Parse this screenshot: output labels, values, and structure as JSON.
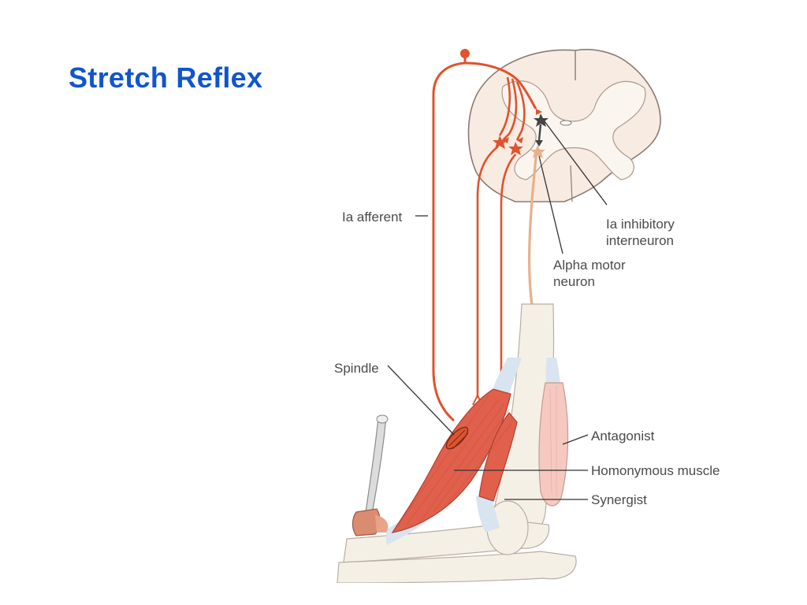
{
  "slide": {
    "title": "Stretch Reflex",
    "title_color": "#1155cc"
  },
  "diagram": {
    "labels": {
      "ia_afferent": "Ia afferent",
      "ia_inhibitory_line1": "Ia inhibitory",
      "ia_inhibitory_line2": "interneuron",
      "alpha_motor_line1": "Alpha motor",
      "alpha_motor_line2": "neuron",
      "spindle": "Spindle",
      "antagonist": "Antagonist",
      "homonymous": "Homonymous muscle",
      "synergist": "Synergist"
    },
    "colors": {
      "afferent": "#e0532c",
      "motor_antagonist": "#e8b08a",
      "spinal_cord": "#f8ebe2",
      "muscle_red": "#e0604c",
      "muscle_pink": "#f6c9c0",
      "tendon": "#d8e4f0",
      "bone": "#f5f0e6",
      "interneuron": "#444444",
      "leader_line": "#333333"
    },
    "icons": [
      "reflex-hammer-icon"
    ]
  }
}
